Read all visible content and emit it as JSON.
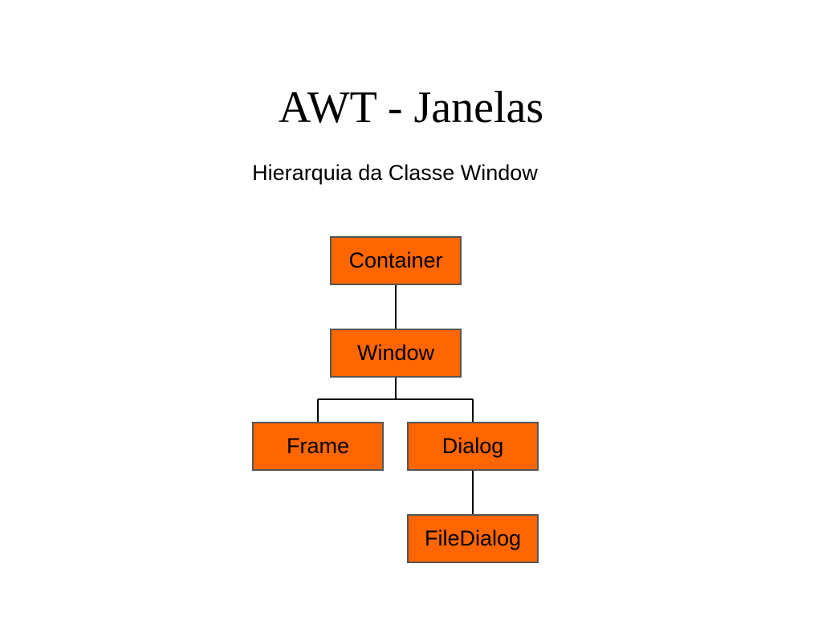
{
  "slide": {
    "title": "AWT - Janelas",
    "subtitle": "Hierarquia da Classe Window"
  },
  "diagram": {
    "node_color": "#ff6600",
    "nodes": {
      "container": "Container",
      "window": "Window",
      "frame": "Frame",
      "dialog": "Dialog",
      "filedialog": "FileDialog"
    },
    "edges": [
      [
        "Container",
        "Window"
      ],
      [
        "Window",
        "Frame"
      ],
      [
        "Window",
        "Dialog"
      ],
      [
        "Dialog",
        "FileDialog"
      ]
    ]
  }
}
